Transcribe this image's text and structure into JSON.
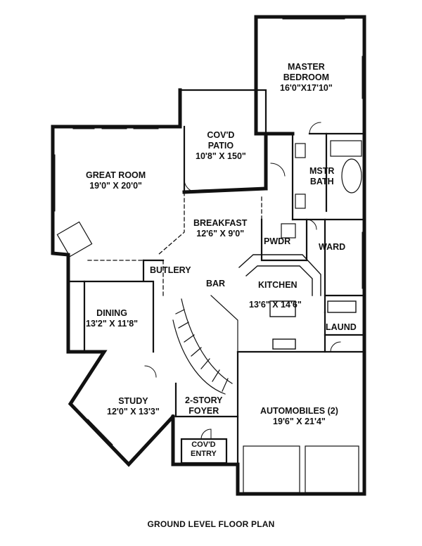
{
  "rooms": {
    "master_bedroom": {
      "name_line1": "MASTER",
      "name_line2": "BEDROOM",
      "size": "16'0\"X17'10\""
    },
    "covd_patio": {
      "name_line1": "COV'D",
      "name_line2": "PATIO",
      "size": "10'8\" X 150\""
    },
    "great_room": {
      "name": "GREAT ROOM",
      "size": "19'0\" X 20'0\""
    },
    "mstr_bath": {
      "name_line1": "MSTR",
      "name_line2": "BATH"
    },
    "breakfast": {
      "name": "BREAKFAST",
      "size": "12'6\" X 9'0\""
    },
    "pwdr": {
      "name": "PWDR"
    },
    "ward": {
      "name": "WARD"
    },
    "butlery": {
      "name": "BUTLERY"
    },
    "bar": {
      "name": "BAR"
    },
    "kitchen": {
      "name": "KITCHEN",
      "size": "13'6\" X 14'6\""
    },
    "dining": {
      "name": "DINING",
      "size": "13'2\" X 11'8\""
    },
    "laund": {
      "name": "LAUND"
    },
    "study": {
      "name": "STUDY",
      "size": "12'0\" X 13'3\""
    },
    "foyer": {
      "name_line1": "2-STORY",
      "name_line2": "FOYER"
    },
    "automobiles": {
      "name": "AUTOMOBILES (2)",
      "size": "19'6\" X 21'4\""
    },
    "covd_entry": {
      "name_line1": "COV'D",
      "name_line2": "ENTRY"
    }
  },
  "caption": "GROUND LEVEL FLOOR PLAN"
}
